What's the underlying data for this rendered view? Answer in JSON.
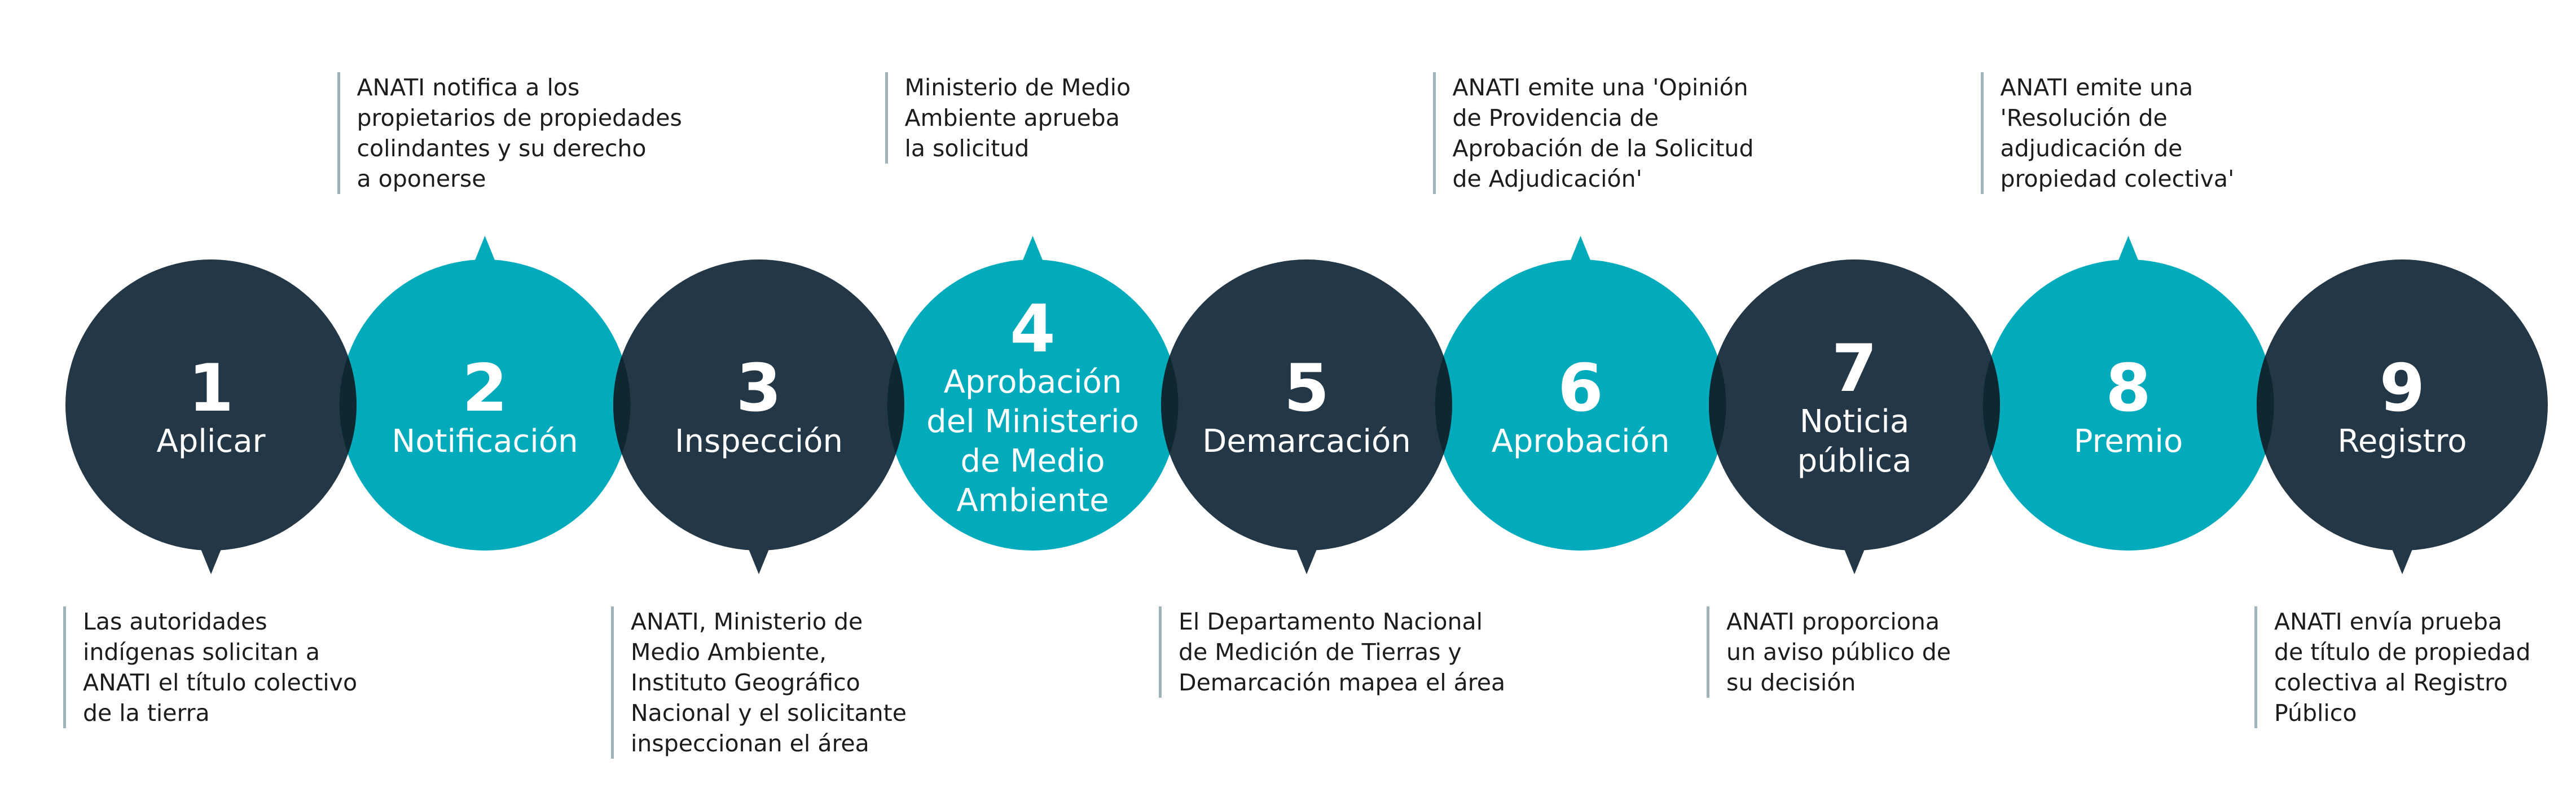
{
  "colors": {
    "dark": "#243747",
    "teal": "#02abbb",
    "overlap": "#0f2730",
    "note_rule": "#9fb3bb",
    "note_text": "#1c1c1c"
  },
  "steps": [
    {
      "number": "1",
      "title": "Aplicar",
      "color": "dark",
      "note_position": "bottom",
      "note": "Las autoridades\nindígenas solicitan a\nANATI el título colectivo\nde la tierra"
    },
    {
      "number": "2",
      "title": "Notificación",
      "color": "teal",
      "note_position": "top",
      "note": "ANATI notifica a los\npropietarios de propiedades\ncolindantes y su derecho\na oponerse"
    },
    {
      "number": "3",
      "title": "Inspección",
      "color": "dark",
      "note_position": "bottom",
      "note": "ANATI, Ministerio de\nMedio Ambiente,\nInstituto Geográfico\nNacional y el solicitante\ninspeccionan el área"
    },
    {
      "number": "4",
      "title": "Aprobación\ndel Ministerio\nde Medio\nAmbiente",
      "color": "teal",
      "note_position": "top",
      "note": "Ministerio de Medio\nAmbiente aprueba\nla solicitud"
    },
    {
      "number": "5",
      "title": "Demarcación",
      "color": "dark",
      "note_position": "bottom",
      "note": "El Departamento Nacional\nde Medición de Tierras y\nDemarcación mapea el área"
    },
    {
      "number": "6",
      "title": "Aprobación",
      "color": "teal",
      "note_position": "top",
      "note": "ANATI emite una 'Opinión\nde Providencia de\nAprobación de la Solicitud\nde Adjudicación'"
    },
    {
      "number": "7",
      "title": "Noticia\npública",
      "color": "dark",
      "note_position": "bottom",
      "note": "ANATI proporciona\nun aviso público de\nsu decisión"
    },
    {
      "number": "8",
      "title": "Premio",
      "color": "teal",
      "note_position": "top",
      "note": "ANATI emite una\n'Resolución de\nadjudicación de\npropiedad colectiva'"
    },
    {
      "number": "9",
      "title": "Registro",
      "color": "dark",
      "note_position": "bottom",
      "note": "ANATI envía prueba\nde título de propiedad\ncolectiva al Registro\nPúblico"
    }
  ]
}
